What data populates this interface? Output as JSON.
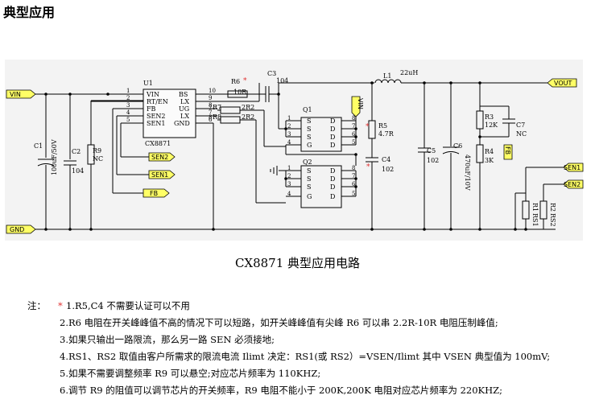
{
  "heading": "典型应用",
  "caption": "CX8871 典型应用电路",
  "ports": {
    "vin": "VIN",
    "vout": "VOUT",
    "gnd": "GND",
    "sen1": "SEN1",
    "sen2": "SEN2",
    "fb": "FB",
    "vin_q1": "VIN",
    "fb_r4": "FB"
  },
  "ic": {
    "ref": "U1",
    "part": "CX8871",
    "left_pins": [
      {
        "num": "1",
        "name": "VIN"
      },
      {
        "num": "2",
        "name": "RT/EN"
      },
      {
        "num": "3",
        "name": "FB"
      },
      {
        "num": "4",
        "name": "SEN2"
      },
      {
        "num": "5",
        "name": "SEN1"
      }
    ],
    "right_pins": [
      {
        "num": "10",
        "name": "BS"
      },
      {
        "num": "9",
        "name": "LX"
      },
      {
        "num": "8",
        "name": "UG"
      },
      {
        "num": "7",
        "name": "LX"
      },
      {
        "num": "6",
        "name": "GND"
      }
    ]
  },
  "parts": {
    "c1": "C1",
    "c1_val": "100uF/50V",
    "c2": "C2",
    "c2_val": "104",
    "r9": "R9",
    "r9_val": "NC",
    "r6": "R6",
    "r6_val": "10R",
    "c3": "C3",
    "c3_val": "104",
    "r7": "R7",
    "r7_val": "2R2",
    "r8": "R8",
    "r8_val": "2R2",
    "q1": "Q1",
    "q2": "Q2",
    "r5": "R5",
    "r5_val": "4.7R",
    "c4": "C4",
    "c4_val": "102",
    "l1": "L1",
    "l1_val": "22uH",
    "c5": "C5",
    "c5_val": "102",
    "c6": "C6",
    "c6_val": "470uF/10V",
    "r3": "R3",
    "r3_val": "12K",
    "c7": "C7",
    "c7_val": "NC",
    "r4": "R4",
    "r4_val": "3K",
    "r1": "R1",
    "r1_val": "RS1",
    "r2": "R2",
    "r2_val": "RS2"
  },
  "mosfet_pins": {
    "left": [
      "S",
      "S",
      "S",
      "G"
    ],
    "right": [
      "D",
      "D",
      "D",
      "D"
    ],
    "left_nums": [
      "1",
      "2",
      "3",
      "4"
    ],
    "right_nums": [
      "8",
      "7",
      "6",
      "5"
    ]
  },
  "pin_labels": {
    "r7_pin": "7",
    "r8_pin": "8"
  },
  "notes": {
    "label": "注：",
    "star": "*",
    "lines": [
      "1.R5,C4 不需要认证可以不用",
      "2.R6 电阻在开关峰峰值不高的情况下可以短路，如开关峰峰值有尖峰 R6 可以串 2.2R-10R 电阻压制峰值;",
      "3.如果只输出一路限流，那么另一路 SEN 必须接地;",
      "4.RS1、RS2 取值由客户所需求的限流电流 Ilimt 决定：RS1(或 RS2）=VSEN/Ilimt 其中 VSEN 典型值为 100mV;",
      "5.如果不需要调整频率 R9 可以悬空;对应芯片频率为 110KHZ;",
      "6.调节 R9 的阻值可以调节芯片的开关频率，R9 电阻不能小于 200K,200K 电阻对应芯片频率为 220KHZ;"
    ]
  },
  "colors": {
    "port_fill": "#ffff66",
    "star": "#e03030"
  }
}
